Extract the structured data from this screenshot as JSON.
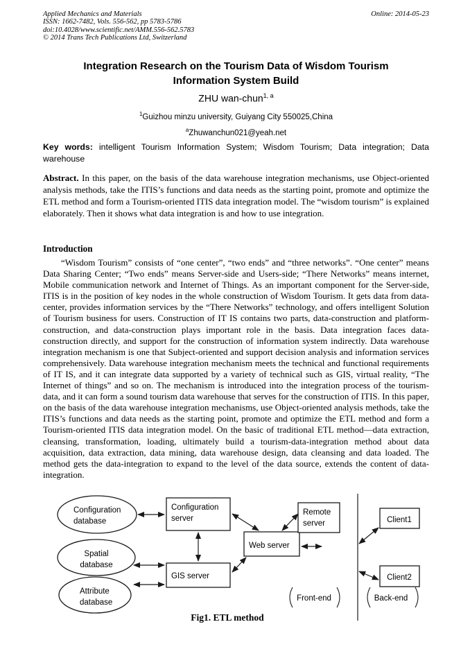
{
  "colors": {
    "page_bg": "#ffffff",
    "ink": "#000000"
  },
  "header": {
    "journal": "Applied Mechanics and Materials",
    "issn_line": "ISSN: 1662-7482, Vols. 556-562, pp 5783-5786",
    "doi_line": "doi:10.4028/www.scientific.net/AMM.556-562.5783",
    "copyright_line": "© 2014 Trans Tech Publications Ltd, Switzerland",
    "online_date": "Online: 2014-05-23"
  },
  "article": {
    "title_line1": "Integration Research on the Tourism Data of Wisdom Tourism",
    "title_line2": "Information System Build",
    "author": "ZHU wan-chun",
    "author_superscript": "1, a",
    "affiliation_superscript": "1",
    "affiliation": "Guizhou minzu university, Guiyang City 550025,China",
    "email_superscript": "a",
    "email": "Zhuwanchun021@yeah.net",
    "keywords_label": "Key words:",
    "keywords": "intelligent Tourism Information System; Wisdom Tourism; Data integration; Data warehouse",
    "abstract_label": "Abstract.",
    "abstract": "In this paper, on the basis of the data warehouse integration mechanisms, use Object-oriented analysis methods, take the ITIS’s functions and data needs as the starting point, promote and optimize the ETL method and form a Tourism-oriented ITIS data integration model. The “wisdom tourism” is explained elaborately. Then it shows what data integration is and how to use integration.",
    "section_heading": "Introduction",
    "intro_paragraph": "“Wisdom Tourism” consists of “one center”, “two ends” and “three networks”. “One center” means Data Sharing Center; “Two ends” means Server-side and Users-side; “There Networks” means internet, Mobile communication network and Internet of Things. As an important component for the Server-side, ITIS is in the position of key nodes in the whole construction of Wisdom Tourism. It gets data from data-center, provides information services by the “There Networks” technology, and offers intelligent Solution of Tourism business for users. Construction of IT IS contains two parts, data-construction and platform-construction, and data-construction plays important role in the basis. Data integration faces data-construction directly, and support for the construction of information system indirectly. Data warehouse integration mechanism is one that Subject-oriented and support decision analysis and information services comprehensively. Data warehouse integration mechanism meets the technical and functional requirements of IT IS, and it can integrate data supported by a variety of technical such as GIS, virtual reality, “The Internet of things” and so on. The mechanism is introduced into the integration process of the tourism-data, and it can form a sound tourism data warehouse that serves for the construction of ITIS. In this paper, on the basis of the data warehouse integration mechanisms, use Object-oriented analysis methods, take the ITIS’s functions and data needs as the starting point, promote and optimize the ETL method and form a Tourism-oriented ITIS data integration model. On the basic of traditional ETL method—data extraction, cleansing, transformation, loading, ultimately build a tourism-data-integration method about data acquisition, data extraction, data mining, data warehouse design, data cleansing and data loaded. The method gets the data-integration to expand to the level of the data source, extends the content of data-integration."
  },
  "figure": {
    "caption": "Fig1. ETL method",
    "config_db": {
      "line1": "Configuration",
      "line2": "database"
    },
    "spatial_db": {
      "line1": "Spatial",
      "line2": "database"
    },
    "attribute_db": {
      "line1": "Attribute",
      "line2": "database"
    },
    "config_server": {
      "line1": "Configuration",
      "line2": "server"
    },
    "gis_server": {
      "label": "GIS server"
    },
    "web_server": {
      "label": "Web server"
    },
    "remote_server": {
      "line1": "Remote",
      "line2": "server"
    },
    "client1": {
      "label": "Client1"
    },
    "client2": {
      "label": "Client2"
    },
    "front_end": {
      "label": "Front-end"
    },
    "back_end": {
      "label": "Back-end"
    }
  }
}
